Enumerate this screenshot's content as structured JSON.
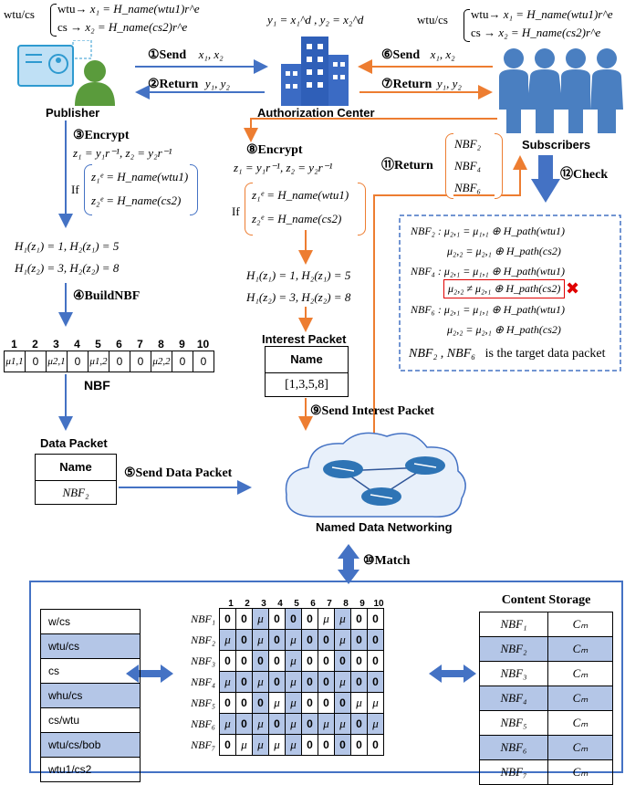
{
  "publisher": {
    "label": "Publisher",
    "names_prefix": "wtu/cs",
    "wtu_item": "wtu",
    "cs_item": "cs",
    "x1_eq": "x₁ = H_name(wtu1)r^e",
    "x2_eq": "x₂ = H_name(cs2)r^e"
  },
  "auth_center": {
    "label": "Authorization Center",
    "eq": "y₁ = x₁^d , y₂ = x₂^d"
  },
  "subscribers": {
    "label": "Subscribers",
    "names_prefix": "wtu/cs",
    "wtu_item": "wtu",
    "cs_item": "cs",
    "x1_eq": "x₁ = H_name(wtu1)r^e",
    "x2_eq": "x₂ = H_name(cs2)r^e"
  },
  "steps": {
    "s1": "①Send",
    "s1_vars": "x₁, x₂",
    "s2": "②Return",
    "s2_vars": "y₁, y₂",
    "s3": "③Encrypt",
    "s4": "④BuildNBF",
    "s5": "⑤Send Data Packet",
    "s6": "⑥Send",
    "s6_vars": "x₁, x₂",
    "s7": "⑦Return",
    "s7_vars": "y₁, y₂",
    "s8": "⑧Encrypt",
    "s9": "⑨Send Interest Packet",
    "s10": "⑩Match",
    "s11": "⑪Return",
    "s12": "⑫Check"
  },
  "encrypt": {
    "z_eq": "z₁ = y₁r⁻¹, z₂ = y₂r⁻¹",
    "if": "If",
    "ze1": "z₁ᵉ = H_name(wtu1)",
    "ze2": "z₂ᵉ = H_name(cs2)",
    "h1": "H₁(z₁) = 1, H₂(z₁) = 5",
    "h2": "H₁(z₂) = 3, H₂(z₂) = 8"
  },
  "nbf": {
    "label": "NBF",
    "indices": [
      "1",
      "2",
      "3",
      "4",
      "5",
      "6",
      "7",
      "8",
      "9",
      "10"
    ],
    "cells": [
      "μ1,1",
      "0",
      "μ2,1",
      "0",
      "μ1,2",
      "0",
      "0",
      "μ2,2",
      "0",
      "0"
    ]
  },
  "data_packet": {
    "title": "Data Packet",
    "header": "Name",
    "value": "NBF₂"
  },
  "interest_packet": {
    "title": "Interest Packet",
    "header": "Name",
    "value": "[1,3,5,8]"
  },
  "returned": [
    "NBF₂",
    "NBF₄",
    "NBF₆"
  ],
  "ndn": {
    "label": "Named Data Networking"
  },
  "check": {
    "lines": [
      "NBF₂ : μ₂,₁ = μ₁,₁ ⊕ H_path(wtu1)",
      "μ₂,₂ = μ₂,₁ ⊕ H_path(cs2)",
      "NBF₄ : μ₂,₁ = μ₁,₁ ⊕ H_path(wtu1)",
      "μ₂,₂ ≠ μ₂,₁ ⊕ H_path(cs2)",
      "NBF₆ : μ₂,₁ = μ₁,₁ ⊕ H_path(wtu1)",
      "μ₂,₂ = μ₂,₁ ⊕ H_path(cs2)"
    ],
    "conclusion_a": "NBF₂ , NBF₆",
    "conclusion_b": "is the target data packet",
    "fail_mark": "✖"
  },
  "name_list": [
    "w/cs",
    "wtu/cs",
    "cs",
    "whu/cs",
    "cs/wtu",
    "wtu/cs/bob",
    "wtu1/cs2"
  ],
  "matrix": {
    "col_headers": [
      "1",
      "2",
      "3",
      "4",
      "5",
      "6",
      "7",
      "8",
      "9",
      "10"
    ],
    "rows": [
      {
        "name": "NBF₁",
        "cells": [
          "0",
          "0",
          "μ",
          "0",
          "0",
          "0",
          "μ",
          "μ",
          "0",
          "0"
        ]
      },
      {
        "name": "NBF₂",
        "cells": [
          "μ",
          "0",
          "μ",
          "0",
          "μ",
          "0",
          "0",
          "μ",
          "0",
          "0"
        ]
      },
      {
        "name": "NBF₃",
        "cells": [
          "0",
          "0",
          "0",
          "0",
          "μ",
          "0",
          "0",
          "0",
          "0",
          "0"
        ]
      },
      {
        "name": "NBF₄",
        "cells": [
          "μ",
          "0",
          "μ",
          "0",
          "μ",
          "0",
          "0",
          "μ",
          "0",
          "0"
        ]
      },
      {
        "name": "NBF₅",
        "cells": [
          "0",
          "0",
          "0",
          "μ",
          "μ",
          "0",
          "0",
          "0",
          "μ",
          "μ"
        ]
      },
      {
        "name": "NBF₆",
        "cells": [
          "μ",
          "0",
          "μ",
          "0",
          "μ",
          "0",
          "μ",
          "μ",
          "0",
          "μ"
        ]
      },
      {
        "name": "NBF₇",
        "cells": [
          "0",
          "μ",
          "μ",
          "μ",
          "μ",
          "0",
          "0",
          "0",
          "0",
          "0"
        ]
      }
    ]
  },
  "content_storage": {
    "title": "Content Storage",
    "rows": [
      {
        "nbf": "NBF₁",
        "c": "Cₘ"
      },
      {
        "nbf": "NBF₂",
        "c": "Cₘ"
      },
      {
        "nbf": "NBF₃",
        "c": "Cₘ"
      },
      {
        "nbf": "NBF₄",
        "c": "Cₘ"
      },
      {
        "nbf": "NBF₅",
        "c": "Cₘ"
      },
      {
        "nbf": "NBF₆",
        "c": "Cₘ"
      },
      {
        "nbf": "NBF₇",
        "c": "Cₘ"
      }
    ]
  },
  "colors": {
    "blue": "#4472c4",
    "orange": "#ed7d31",
    "highlight": "#b4c6e7",
    "red": "#e00000"
  }
}
